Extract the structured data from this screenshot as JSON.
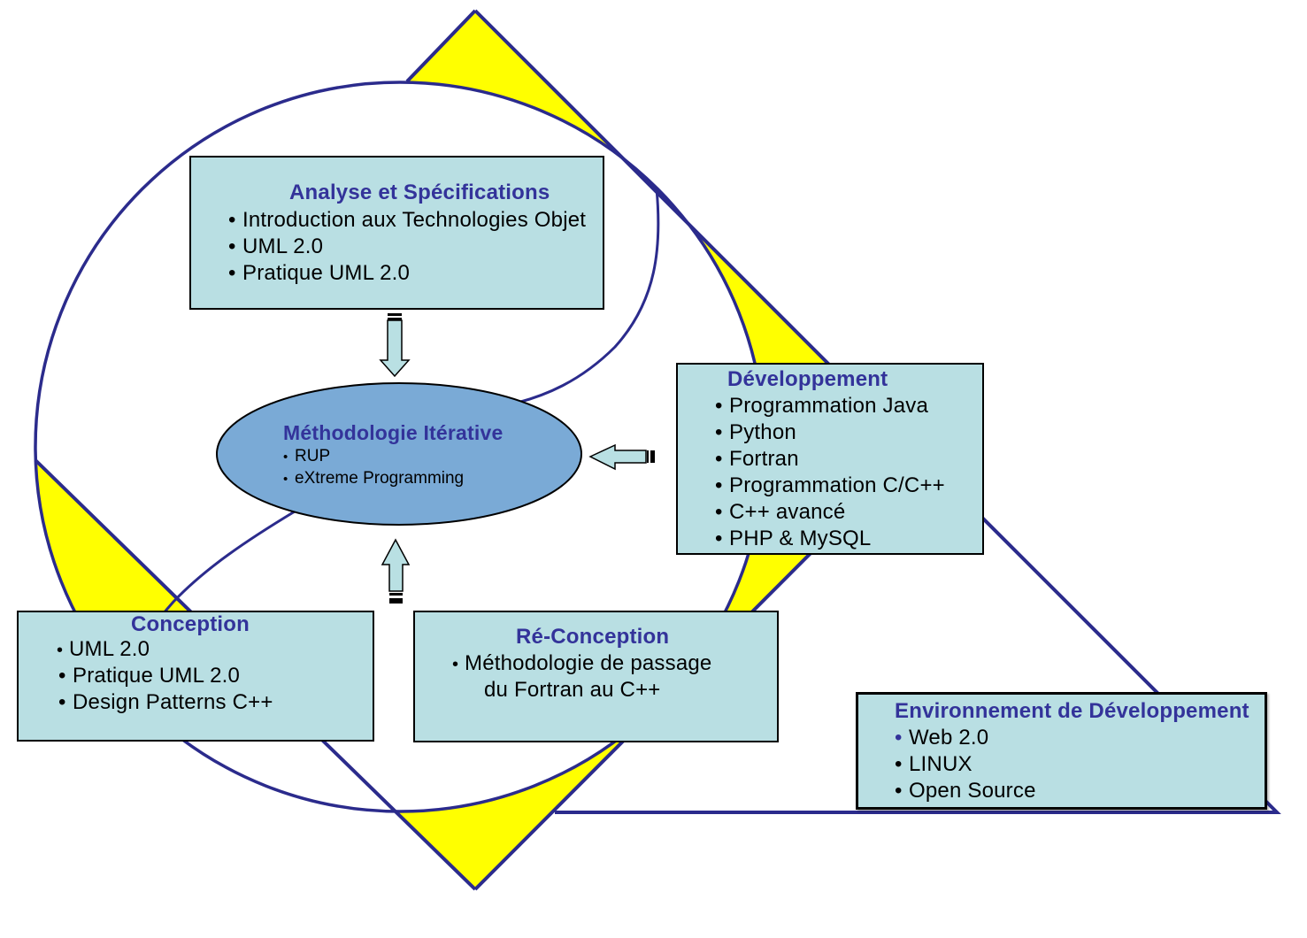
{
  "palette": {
    "box_fill": "#b9dfe3",
    "header_text": "#33339a",
    "ellipse_fill": "#7aaad6",
    "accent_yellow": "#ffff00",
    "line_navy": "#2b2b8c"
  },
  "center": {
    "title": "Méthodologie Itérative",
    "items": [
      "RUP",
      "eXtreme Programming"
    ]
  },
  "boxes": {
    "analyse": {
      "title": "Analyse et Spécifications",
      "items": [
        "Introduction aux Technologies Objet",
        "UML 2.0",
        "Pratique UML 2.0"
      ]
    },
    "developpement": {
      "title": "Développement",
      "items": [
        "Programmation Java",
        "Python",
        "Fortran",
        "Programmation C/C++",
        "C++ avancé",
        "PHP & MySQL"
      ]
    },
    "conception": {
      "title": "Conception",
      "items": [
        "UML 2.0",
        "Pratique UML 2.0",
        "Design Patterns C++"
      ]
    },
    "reconception": {
      "title": "Ré-Conception",
      "item_line1": "Méthodologie de passage",
      "item_line2": "du Fortran au C++"
    },
    "environnement": {
      "title": "Environnement de Développement",
      "items": [
        "Web 2.0",
        "LINUX",
        "Open Source"
      ]
    }
  }
}
